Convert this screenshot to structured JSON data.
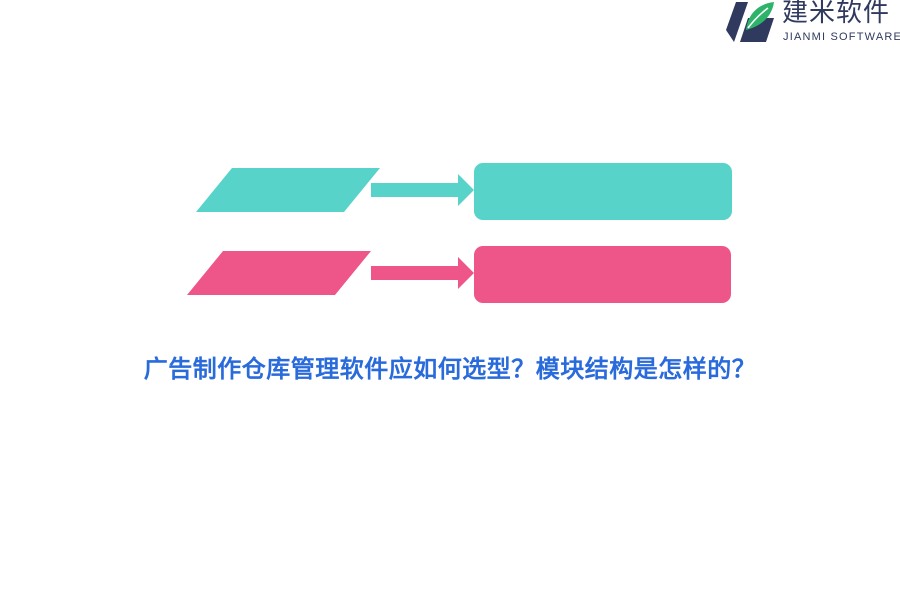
{
  "logo": {
    "icon": "jianmi-logo-icon",
    "name_cn": "建米软件",
    "name_en": "JIANMI SOFTWARE",
    "colors": {
      "navy": "#2f3a5e",
      "green": "#2db36a"
    }
  },
  "diagram": {
    "rows": [
      {
        "color": "#57d3c9"
      },
      {
        "color": "#ee5589"
      }
    ]
  },
  "title": "广告制作仓库管理软件应如何选型？模块结构是怎样的？",
  "colors": {
    "title": "#2a6bdc",
    "teal": "#57d3c9",
    "pink": "#ee5589"
  }
}
